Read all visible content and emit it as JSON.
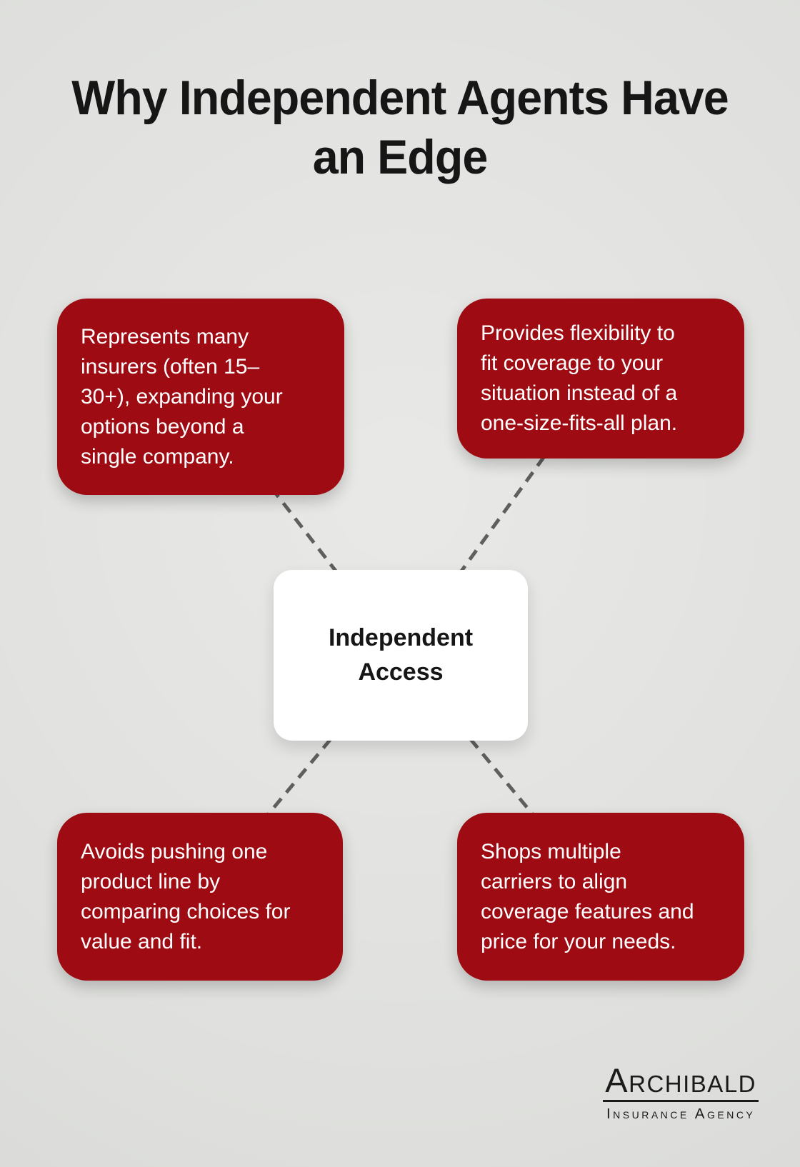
{
  "page": {
    "title": "Why Independent Agents Have\nan Edge"
  },
  "cards": {
    "top_left": {
      "text": "Represents many\ninsurers (often 15–\n30+), expanding your\noptions beyond a\nsingle company."
    },
    "top_right": {
      "text": "Provides flexibility to\nfit coverage to your\nsituation instead of a\none-size-fits-all plan."
    },
    "bottom_left": {
      "text": "Avoids pushing one\nproduct line by\ncomparing choices for\nvalue and fit."
    },
    "bottom_right": {
      "text": "Shops multiple\ncarriers to align\ncoverage features and\nprice for your needs."
    }
  },
  "center": {
    "label": "Independent\nAccess"
  },
  "logo": {
    "name": "Archibald",
    "subtitle": "Insurance Agency"
  },
  "colors": {
    "box_red": "#9E0B13",
    "background": "#DFE0DD",
    "connector_gray": "#5F5F5F",
    "text_dark": "#161616",
    "card_text": "#FFFFFF"
  }
}
